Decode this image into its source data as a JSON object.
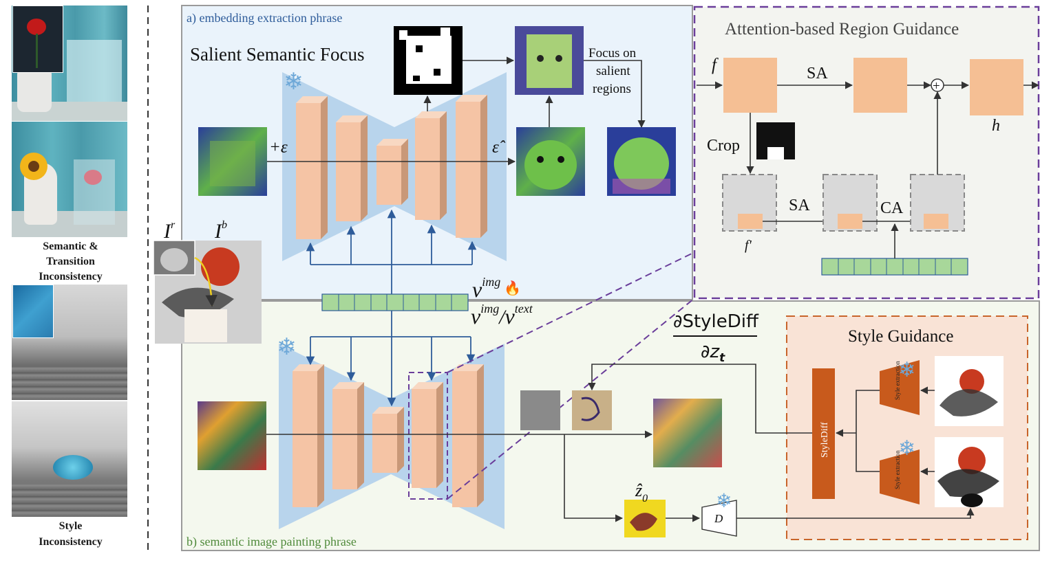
{
  "left_panel": {
    "caption1": [
      "Semantic &",
      "Transition",
      "Inconsistency"
    ],
    "caption2": [
      "Style",
      "Inconsistency"
    ]
  },
  "panel_a": {
    "label": "a) embedding extraction phrase",
    "title": "Salient Semantic Focus",
    "noise_label": "+ε",
    "pred_label": "ε̂",
    "focus_text": [
      "Focus on",
      "salient",
      "regions"
    ]
  },
  "panel_b": {
    "label": "b) semantic image painting phrase",
    "z0_label": "ẑ",
    "z0_sub": "0",
    "decoder_label": "D"
  },
  "embedding": {
    "v_img": "v",
    "v_img_sup": "img",
    "v_img_text": "v",
    "v_img_text_sup": "img",
    "v_text": "v",
    "v_text_sup": "text",
    "slash": "/"
  },
  "ref_images": {
    "ir_label": "I",
    "ir_sup": "r",
    "ib_label": "I",
    "ib_sup": "b"
  },
  "attention": {
    "title": "Attention-based Region Guidance",
    "f_label": "f",
    "sa_top": "SA",
    "h_label": "h",
    "crop_label": "Crop",
    "sa_bottom": "SA",
    "ca_label": "CA",
    "fprime_label": "f'",
    "plus": "+"
  },
  "style": {
    "title": "Style Guidance",
    "gradient_num": "∂StyleDiff",
    "gradient_den": "∂z",
    "gradient_den_sub": "t",
    "stylediff_label": "StyleDiff",
    "extractor_label": "Style extraction"
  },
  "colors": {
    "panel_a_bg": "#eaf3fb",
    "panel_b_bg": "#f4f8ee",
    "attention_border": "#6a3d9a",
    "style_border": "#c8642a",
    "block_fill": "#f5c4a5",
    "unet_bg": "#b8d4ec",
    "embed_fill": "#a8d79a",
    "stylediff_fill": "#c85a1c"
  }
}
